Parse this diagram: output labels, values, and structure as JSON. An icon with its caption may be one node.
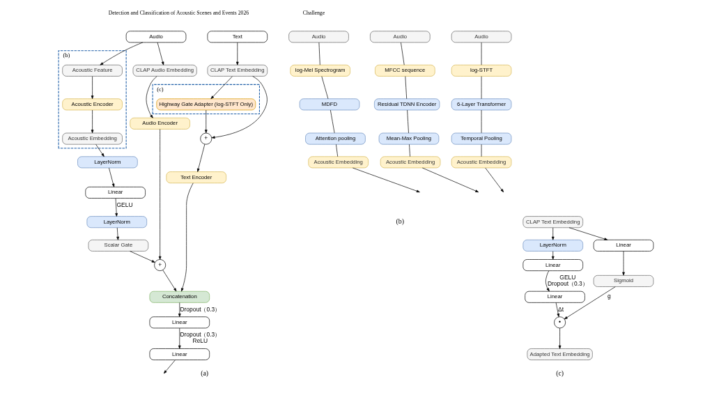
{
  "diagram": {
    "nodes": [
      {
        "text": [
          "Audio"
        ]
      },
      {
        "text": [
          "(b)"
        ]
      },
      {
        "text": [
          "Acoustic Feature"
        ],
        "in": 1
      },
      {
        "text": [
          "Acoustic Encoder"
        ],
        "in": 1
      },
      {
        "text": [
          "Acoustic Embedding"
        ],
        "in": 1
      },
      {
        "text": [
          "CLAP Audio Embedding"
        ]
      },
      {
        "text": [
          "LayerNorm"
        ]
      },
      {
        "text": [
          "Linear"
        ]
      },
      {
        "text": [
          "LayerNorm"
        ]
      },
      {
        "text": [
          "Scalar Gate"
        ]
      },
      {
        "text": [
          "Audio Encoder"
        ]
      },
      {
        "text": [
          "+"
        ]
      },
      {
        "text": [
          "Text"
        ]
      },
      {
        "text": [
          "CLAP Text Embedding"
        ]
      },
      {
        "text": [
          "(c)"
        ]
      },
      {
        "text": [
          "Highway Gate Adapter (log-STFT Only)"
        ],
        "in": 14
      },
      {
        "text": [
          "+"
        ]
      },
      {
        "text": [
          "Text Encoder"
        ]
      },
      {
        "text": [
          "Concatenation"
        ]
      },
      {
        "text": [
          "Linear"
        ]
      },
      {
        "text": [
          "Linear"
        ]
      },
      {
        "text": [
          "Audio"
        ]
      },
      {
        "text": [
          "log-Mel Spectrogram"
        ]
      },
      {
        "text": [
          "MDFD"
        ]
      },
      {
        "text": [
          "Attention pooling"
        ]
      },
      {
        "text": [
          "Acoustic Embedding"
        ]
      },
      {
        "text": [
          "Audio"
        ]
      },
      {
        "text": [
          "MFCC sequence"
        ]
      },
      {
        "text": [
          "Residual TDNN Encoder"
        ]
      },
      {
        "text": [
          "Mean-Max Pooling"
        ]
      },
      {
        "text": [
          "Acoustic Embedding"
        ]
      },
      {
        "text": [
          "Audio"
        ]
      },
      {
        "text": [
          "log-STFT"
        ]
      },
      {
        "text": [
          "6-Layer Transformer"
        ]
      },
      {
        "text": [
          "Temporal Pooling"
        ]
      },
      {
        "text": [
          "Acoustic Embedding"
        ]
      },
      {
        "text": [
          "CLAP Text Embedding"
        ]
      },
      {
        "text": [
          "LayerNorm"
        ]
      },
      {
        "text": [
          "Linear"
        ]
      },
      {
        "text": [
          "Linear"
        ]
      },
      {
        "text": [
          "Linear"
        ]
      },
      {
        "text": [
          "Sigmoid"
        ]
      },
      {
        "text": [
          "•"
        ]
      },
      {
        "text": [
          "Adapted Text Embedding"
        ]
      }
    ],
    "edges": [
      {
        "from": 0,
        "to": 2,
        "arrow": "to"
      },
      {
        "from": 2,
        "to": 3,
        "arrow": "to"
      },
      {
        "from": 3,
        "to": 4,
        "arrow": "to"
      },
      {
        "from": 4,
        "to": 6,
        "arrow": "to"
      },
      {
        "from": 6,
        "to": 7,
        "arrow": "to"
      },
      {
        "from": 7,
        "to": 8,
        "arrow": "to",
        "label": "GELU"
      },
      {
        "from": 8,
        "to": 9,
        "arrow": "to"
      },
      {
        "from": 9,
        "to": 11,
        "arrow": "to"
      },
      {
        "from": 0,
        "to": 5,
        "arrow": "to"
      },
      {
        "from": 5,
        "to": 10,
        "arrow": "to"
      },
      {
        "from": 10,
        "to": 11,
        "arrow": "to"
      },
      {
        "from": 11,
        "to": 18,
        "arrow": "to"
      },
      {
        "from": 12,
        "to": 13,
        "arrow": "to"
      },
      {
        "from": 13,
        "to": 16,
        "arrow": "to"
      },
      {
        "from": 13,
        "to": 15,
        "arrow": "to"
      },
      {
        "from": 15,
        "to": 16,
        "arrow": "to"
      },
      {
        "from": 16,
        "to": 17,
        "arrow": "to"
      },
      {
        "from": 17,
        "to": 18,
        "arrow": "to"
      },
      {
        "from": 18,
        "to": 19,
        "arrow": "to",
        "label": "Dropout（0.3）"
      },
      {
        "from": 19,
        "to": 20,
        "arrow": "to",
        "label": "Dropout（0.3） ReLU"
      },
      {
        "from": 20,
        "to": null,
        "arrow": "to"
      },
      {
        "from": 21,
        "to": 22,
        "arrow": "none"
      },
      {
        "from": 22,
        "to": 23,
        "arrow": "none"
      },
      {
        "from": 23,
        "to": 24,
        "arrow": "none"
      },
      {
        "from": 24,
        "to": 25,
        "arrow": "none"
      },
      {
        "from": 25,
        "to": null,
        "arrow": "to"
      },
      {
        "from": 26,
        "to": 27,
        "arrow": "none"
      },
      {
        "from": 27,
        "to": 28,
        "arrow": "none"
      },
      {
        "from": 28,
        "to": 29,
        "arrow": "none"
      },
      {
        "from": 29,
        "to": 30,
        "arrow": "none"
      },
      {
        "from": 30,
        "to": null,
        "arrow": "to"
      },
      {
        "from": 31,
        "to": 32,
        "arrow": "none"
      },
      {
        "from": 32,
        "to": 33,
        "arrow": "none"
      },
      {
        "from": 33,
        "to": 34,
        "arrow": "none"
      },
      {
        "from": 34,
        "to": 35,
        "arrow": "none"
      },
      {
        "from": 35,
        "to": null,
        "arrow": "to"
      },
      {
        "from": 36,
        "to": 37,
        "arrow": "to"
      },
      {
        "from": 36,
        "to": 40,
        "arrow": "to"
      },
      {
        "from": 37,
        "to": 38,
        "arrow": "to"
      },
      {
        "from": 38,
        "to": 39,
        "arrow": "to",
        "label": "GELU Dropout（0.3）"
      },
      {
        "from": 40,
        "to": 41,
        "arrow": "to"
      },
      {
        "from": 39,
        "to": 42,
        "arrow": "to",
        "label": "Δt"
      },
      {
        "from": 41,
        "to": 42,
        "arrow": "to",
        "label": "g"
      },
      {
        "from": 42,
        "to": 43,
        "arrow": "to"
      }
    ],
    "labels": [
      "Detection and Classification of Acoustic Scenes and Events 2026",
      "Challenge",
      "(a)",
      "(b)",
      "(c)"
    ]
  }
}
